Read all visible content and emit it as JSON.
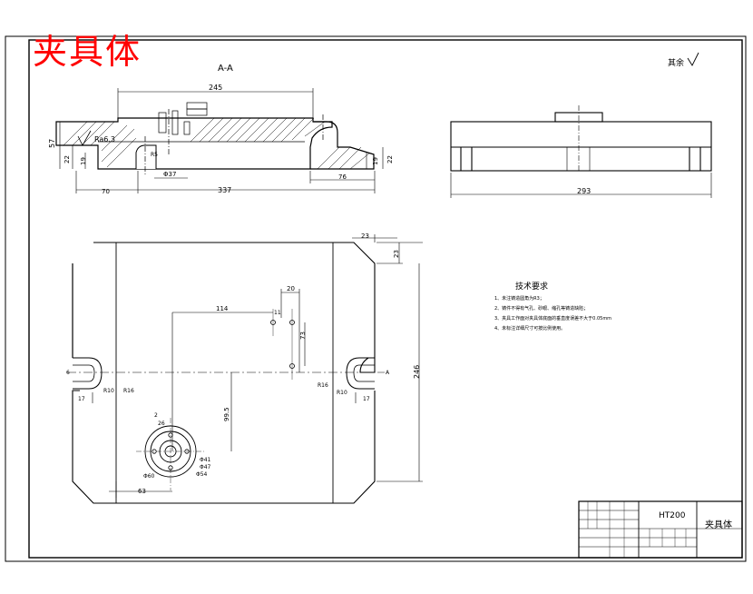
{
  "title_overlay": "夹具体",
  "section_label": "A-A",
  "surface_note": "其余",
  "roughness_value": "Ra6.3",
  "tech_req": {
    "title": "技术要求",
    "items": [
      "1、未注铸造圆角为R3；",
      "2、铸件不得有气孔、砂眼、缩孔等铸造缺陷；",
      "3、夹具工作面对夹具体底面的垂直度误差不大于0.05mm",
      "4、未标注详细尺寸可按比例使用。"
    ]
  },
  "dims_section": {
    "top_length": "245",
    "height_57": "57",
    "h22_left": "22",
    "h19_left": "19",
    "h19_right": "19",
    "h22_right": "22",
    "left_70": "70",
    "bottom_337": "337",
    "right_76": "76",
    "dia37": "Φ37",
    "r5": "R5"
  },
  "dims_side": {
    "width_293": "293"
  },
  "dims_plan": {
    "w23": "23",
    "h23": "23",
    "h246": "246",
    "d114": "114",
    "d20": "20",
    "d11": "11",
    "d73": "73",
    "d995": "99.5",
    "d63": "63",
    "d2": "2",
    "d26": "26",
    "d6": "6",
    "d17_left": "17",
    "d17_right": "17",
    "r10_left": "R10",
    "r16_left": "R16",
    "r16_right": "R16",
    "r10_right": "R10",
    "dia41": "Φ41",
    "dia47": "Φ47",
    "dia54": "Φ54",
    "dia60": "Φ60",
    "arrow_a": "A"
  },
  "title_block": {
    "material": "HT200",
    "part_name": "夹具体"
  }
}
